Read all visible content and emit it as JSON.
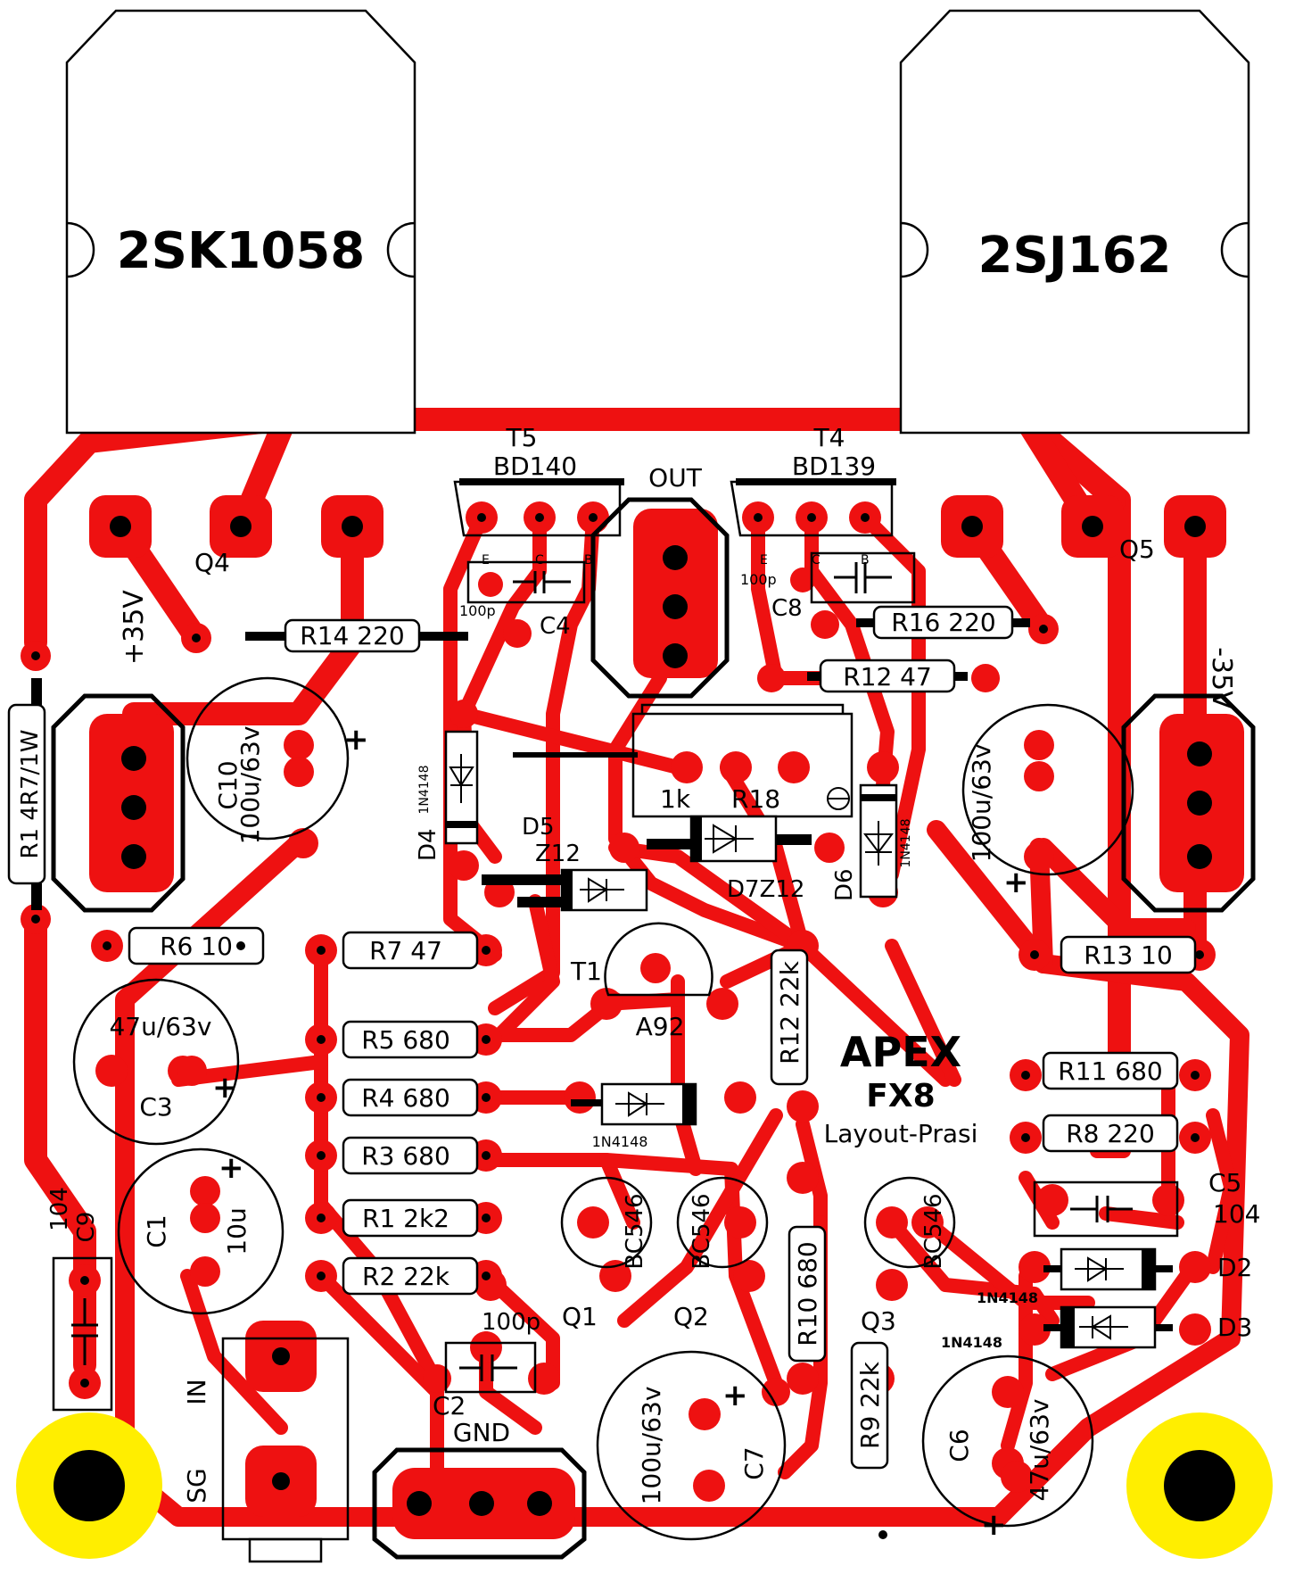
{
  "colors": {
    "copper": "#ee1111",
    "silk": "#000000",
    "hole": "#000000",
    "mount_ring": "#ffee00",
    "board": "#ffffff"
  },
  "power": {
    "q4_part": "2SK1058",
    "q5_part": "2SJ162"
  },
  "labels": {
    "q4": "Q4",
    "q5": "Q5",
    "t5": "T5",
    "t5_part": "BD140",
    "t4": "T4",
    "t4_part": "BD139",
    "out": "OUT",
    "plus35": "+35V",
    "minus35": "-35V",
    "ebc_e": "E",
    "ebc_c": "C",
    "ebc_b": "B",
    "c4": "C4",
    "c4_val": "100p",
    "c8": "C8",
    "c8_val": "100p",
    "r14": "R14 220",
    "r16": "R16 220",
    "r12a": "R12  47",
    "r18": "R18",
    "r18_val": "1k",
    "r1big": "R1  4R7/1W",
    "c10": "C10",
    "c10_val": "100u/63v",
    "c_right_val": "100u/63v",
    "d4": "D4",
    "d4_part": "1N4148",
    "d5": "D5",
    "d5_val": "Z12",
    "d7": "D7Z12",
    "d6": "D6",
    "d6_part": "1N4148",
    "r6": "R6  10",
    "r7": "R7    47",
    "r13": "R13   10",
    "t1": "T1",
    "t1_part": "A92",
    "r12b": "R12  22k",
    "apex1": "APEX",
    "apex2": "FX8",
    "apex3": "Layout-Prasi",
    "r5": "R5   680",
    "r4": "R4   680",
    "r3": "R3   680",
    "r1": "R1    2k2",
    "r2": "R2   22k",
    "c3": "C3",
    "c3_val": "47u/63v",
    "c1": "C1",
    "c1_val": "10u",
    "r11": "R11 680",
    "r8": "R8   220",
    "c5": "C5",
    "c5_val": "104",
    "d2": "D2",
    "d3": "D3",
    "d2_part": "1N4148",
    "d3_part": "1N4148",
    "mid_diode_part": "1N4148",
    "q1_part": "BC546",
    "q2_part": "BC546",
    "q3_part": "BC546",
    "q1": "Q1",
    "q2": "Q2",
    "q3": "Q3",
    "r10": "R10  680",
    "r9": "R9   22k",
    "c9": "C9",
    "c9_val": "104",
    "c2": "C2",
    "c2_val": "100p",
    "c7": "C7",
    "c7_val": "100u/63v",
    "c6": "C6",
    "c6_val": "47u/63v",
    "in": "IN",
    "sg": "SG",
    "gnd": "GND",
    "plus": "+"
  }
}
